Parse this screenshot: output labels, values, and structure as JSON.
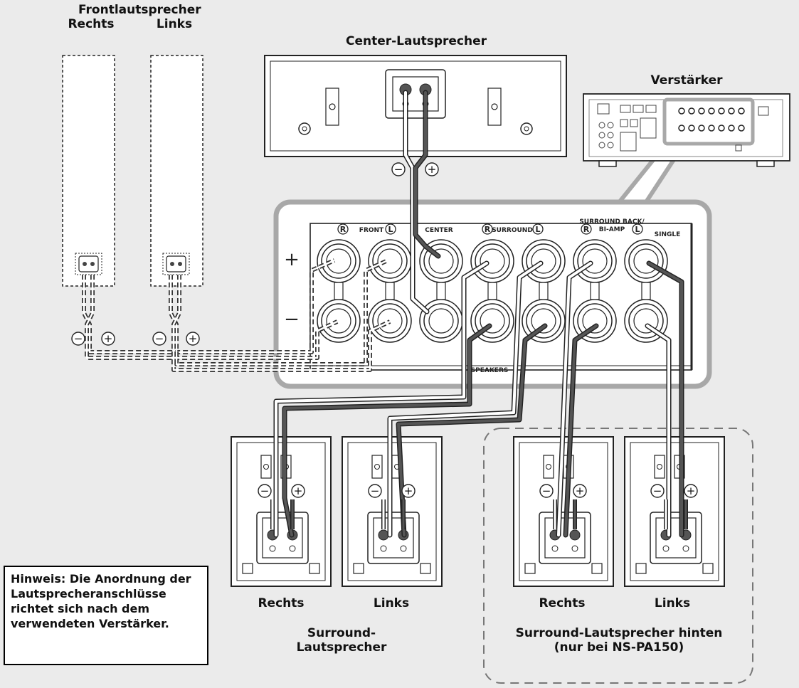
{
  "labels": {
    "front_title": "Frontlautsprecher",
    "front_right": "Rechts",
    "front_left": "Links",
    "center_title": "Center-Lautsprecher",
    "amplifier_title": "Verstärker",
    "surround_right": "Rechts",
    "surround_left": "Links",
    "surround_title": "Surround-\nLautsprecher",
    "back_right": "Rechts",
    "back_left": "Links",
    "back_title": "Surround-Lautsprecher hinten\n(nur bei NS-PA150)"
  },
  "note": "Hinweis: Die Anordnung der Lautsprecheranschlüsse richtet sich nach dem verwendeten Verstärker.",
  "panel": {
    "front": "FRONT",
    "center": "CENTER",
    "surround": "SURROUND",
    "surround_back_line1": "SURROUND BACK/",
    "surround_back_line2": "BI-AMP",
    "single": "SINGLE",
    "speakers": "SPEAKERS",
    "plus": "+",
    "minus": "−",
    "r": "R",
    "l": "L"
  },
  "polarity": {
    "minus": "−",
    "plus": "+"
  },
  "colors": {
    "background": "#ebebeb",
    "cable_dark": "#555555",
    "cable_light": "#ffffff",
    "outline": "#222222",
    "callout": "#a8a8a8"
  }
}
